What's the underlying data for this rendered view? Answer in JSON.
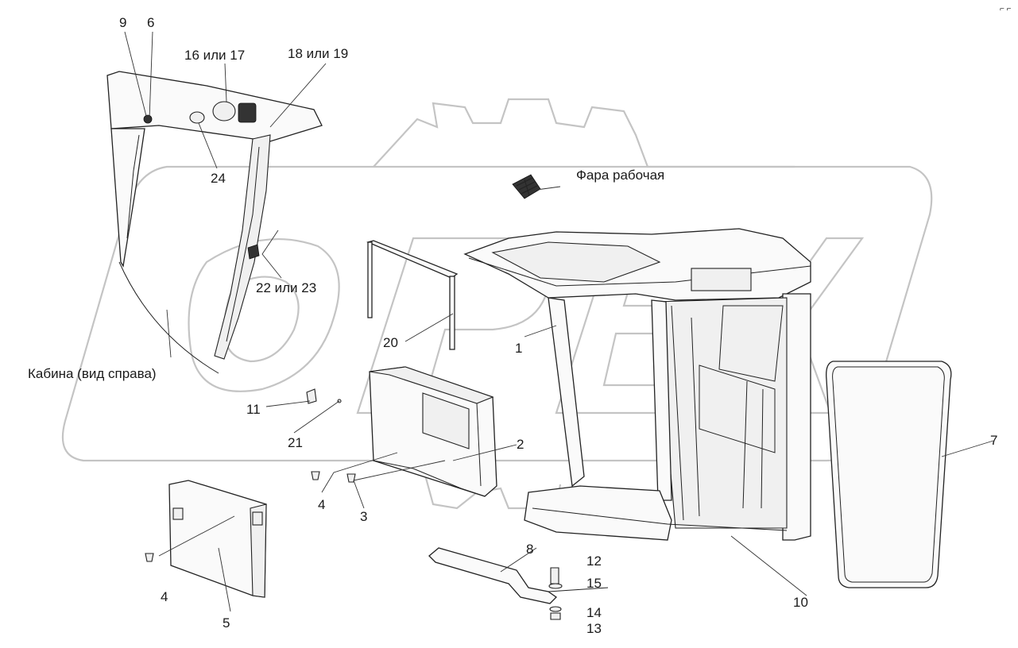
{
  "diagram": {
    "labels": {
      "l1": "1",
      "l2": "2",
      "l3": "3",
      "l4a": "4",
      "l4b": "4",
      "l5": "5",
      "l6": "6",
      "l7": "7",
      "l8": "8",
      "l9": "9",
      "l10": "10",
      "l11": "11",
      "l12": "12",
      "l13": "13",
      "l14": "14",
      "l15": "15",
      "l16_17": "16 или 17",
      "l18_19": "18 или 19",
      "l20": "20",
      "l21": "21",
      "l22_23": "22 или 23",
      "l24": "24",
      "work_light": "Фара рабочая",
      "cab_view": "Кабина (вид справа)"
    },
    "corner_mark": "⌐ ⌐"
  }
}
